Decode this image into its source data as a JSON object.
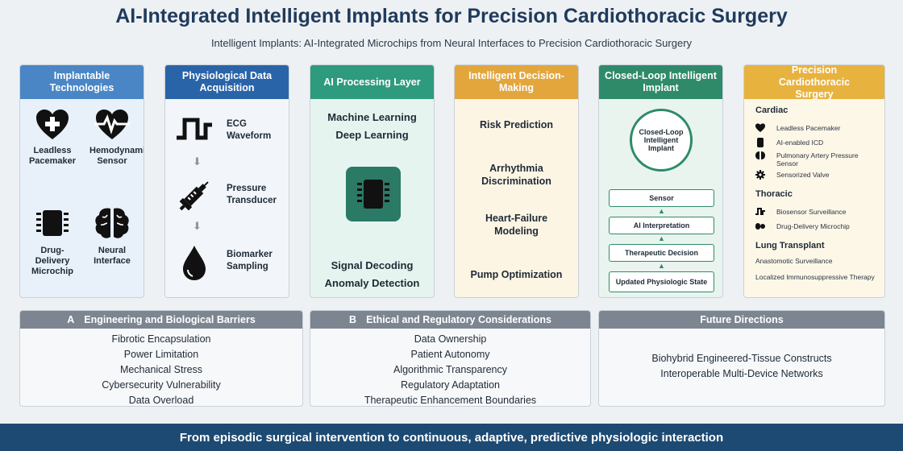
{
  "title": "AI-Integrated Intelligent Implants for Precision Cardiothoracic Surgery",
  "subtitle": "Intelligent Implants: AI-Integrated Microchips from Neural Interfaces to Precision Cardiothoracic Surgery",
  "columns": {
    "implantable": {
      "heading": "Implantable Technologies",
      "items": [
        {
          "label": "Leadless Pacemaker",
          "icon": "heart-plus-icon"
        },
        {
          "label": "Hemodynamic Sensor",
          "icon": "heart-pulse-icon"
        },
        {
          "label": "Drug-Delivery Microchip",
          "icon": "microchip-icon"
        },
        {
          "label": "Neural Interface",
          "icon": "brain-icon"
        }
      ]
    },
    "acquisition": {
      "heading": "Physiological Data Acquisition",
      "items": [
        {
          "label": "ECG Waveform",
          "icon": "ecg-waveform-icon"
        },
        {
          "label": "Pressure Transducer",
          "icon": "syringe-icon"
        },
        {
          "label": "Biomarker Sampling",
          "icon": "drop-icon"
        }
      ]
    },
    "ai": {
      "heading": "AI Processing Layer",
      "top_line1": "Machine Learning",
      "top_line2": "Deep Learning",
      "bottom_line1": "Signal Decoding",
      "bottom_line2": "Anomaly Detection"
    },
    "decision": {
      "heading": "Intelligent Decision-Making",
      "items": [
        "Risk Prediction",
        "Arrhythmia Discrimination",
        "Heart-Failure Modeling",
        "Pump Optimization"
      ]
    },
    "loop": {
      "heading": "Closed-Loop Intelligent Implant",
      "circle": "Closed-Loop Intelligent Implant",
      "steps": [
        "Sensor",
        "AI Interpretation",
        "Therapeutic Decision",
        "Updated Physiologic State"
      ]
    },
    "surgery": {
      "heading": "Precision Cardiothoracic Surgery",
      "cardiac_title": "Cardiac",
      "cardiac": [
        "Leadless Pacemaker",
        "AI-enabled ICD",
        "Pulmonary Artery Pressure Sensor",
        "Sensorized Valve"
      ],
      "thoracic_title": "Thoracic",
      "thoracic": [
        "Biosensor Surveillance",
        "Drug-Delivery Microchip"
      ],
      "lung_title": "Lung Transplant",
      "lung": [
        "Anastomotic Surveillance",
        "Localized Immunosuppressive Therapy"
      ]
    }
  },
  "panels": {
    "a": {
      "tag": "A",
      "heading": "Engineering and Biological Barriers",
      "items": [
        "Fibrotic Encapsulation",
        "Power Limitation",
        "Mechanical Stress",
        "Cybersecurity Vulnerability",
        "Data Overload"
      ]
    },
    "b": {
      "tag": "B",
      "heading": "Ethical and Regulatory Considerations",
      "items": [
        "Data Ownership",
        "Patient Autonomy",
        "Algorithmic Transparency",
        "Regulatory Adaptation",
        "Therapeutic Enhancement Boundaries"
      ]
    },
    "future": {
      "heading": "Future Directions",
      "items": [
        "Biohybrid Engineered-Tissue Constructs",
        "Interoperable Multi-Device Networks"
      ]
    }
  },
  "footer": "From episodic surgical intervention to continuous, adaptive, predictive physiologic interaction",
  "colors": {
    "title": "#1f3b5c",
    "footer_bg": "#1d4a72",
    "teal": "#2e9a7e",
    "amber": "#e2a63c"
  }
}
